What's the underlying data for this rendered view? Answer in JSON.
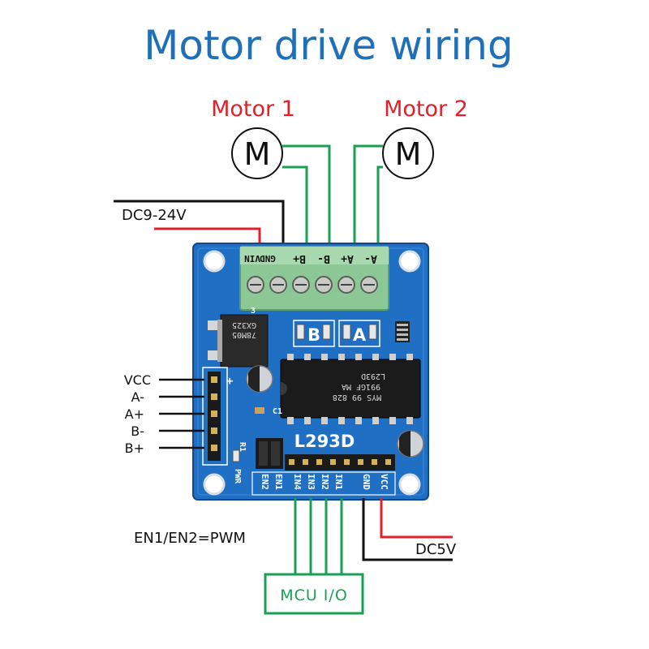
{
  "title": "Motor drive wiring",
  "motors": [
    {
      "label": "Motor 1",
      "symbol": "M"
    },
    {
      "label": "Motor 2",
      "symbol": "M"
    }
  ],
  "power_label": "DC9-24V",
  "logic_power_label": "DC5V",
  "pwm_note": "EN1/EN2=PWM",
  "mcu_label": "MCU I/O",
  "left_header_pins": [
    "VCC",
    "A-",
    "A+",
    "B-",
    "B+"
  ],
  "terminal_labels": [
    "GND",
    "VIN",
    "B+",
    "B-",
    "A+",
    "A-"
  ],
  "bottom_header_pins": [
    "EN2",
    "EN1",
    "IN4",
    "IN3",
    "IN2",
    "IN1",
    "GND",
    "VCC"
  ],
  "chip_label": "L293D",
  "chip_marking": [
    "L293D",
    "991GF MA",
    "MYS 99 828"
  ],
  "regulator_marking": [
    "78M05",
    "GX325"
  ],
  "board_marks": {
    "b": "B",
    "a": "A",
    "pwr": "PWR",
    "c1": "C1",
    "r1": "R1"
  },
  "colors": {
    "title": "#1f70b8",
    "motor_label": "#e0202a",
    "wire_green": "#1aa055",
    "wire_red": "#e0202a",
    "wire_black": "#111111",
    "pcb_blue": "#1f6fc4",
    "terminal_green": "#8bc896"
  }
}
